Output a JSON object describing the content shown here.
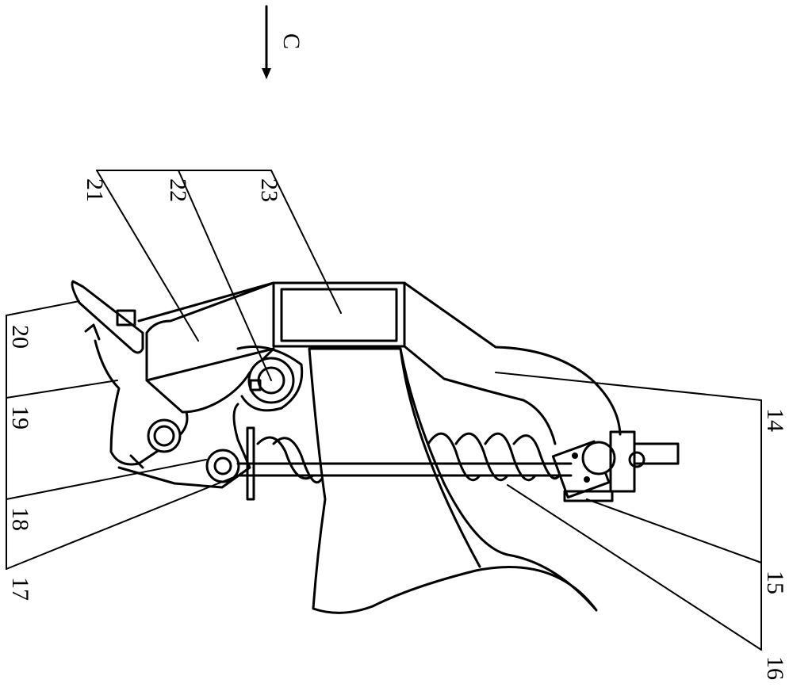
{
  "section_marker": {
    "letter": "C"
  },
  "callouts": [
    {
      "id": "14",
      "label": "14"
    },
    {
      "id": "15",
      "label": "15"
    },
    {
      "id": "16",
      "label": "16"
    },
    {
      "id": "17",
      "label": "17"
    },
    {
      "id": "18",
      "label": "18"
    },
    {
      "id": "19",
      "label": "19"
    },
    {
      "id": "20",
      "label": "20"
    },
    {
      "id": "21",
      "label": "21"
    },
    {
      "id": "22",
      "label": "22"
    },
    {
      "id": "23",
      "label": "23"
    }
  ]
}
